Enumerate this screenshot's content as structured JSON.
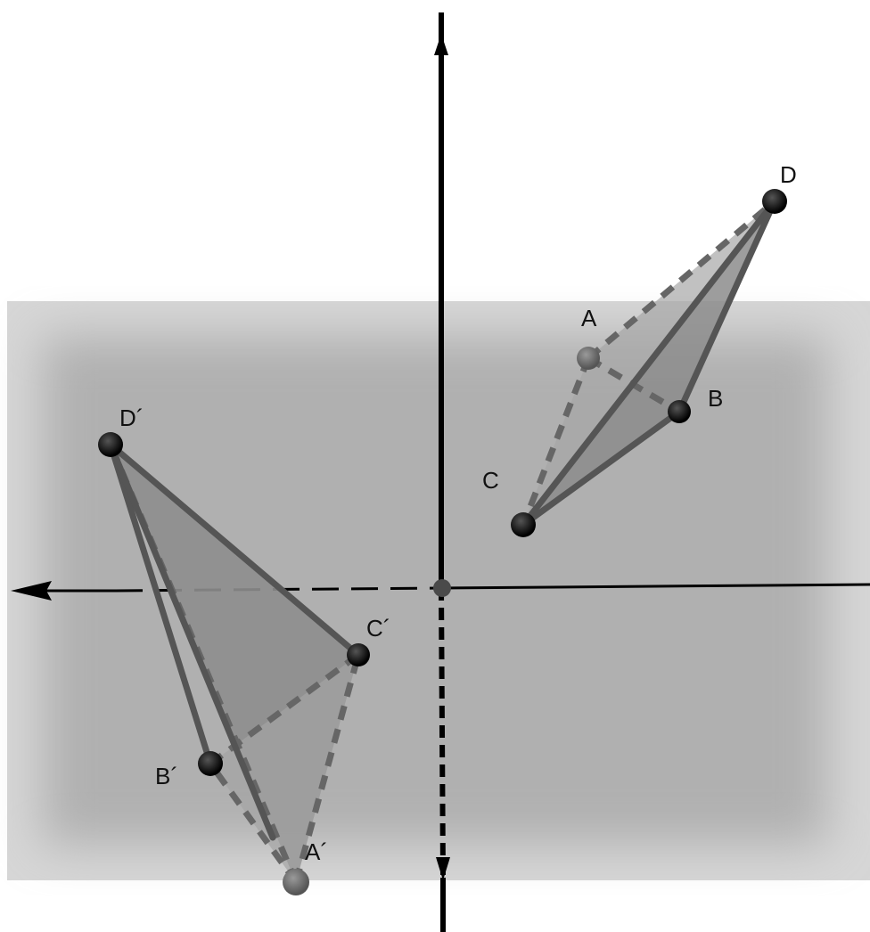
{
  "points": {
    "A": "A",
    "B": "B",
    "C": "C",
    "D": "D",
    "A_prime": "A´",
    "B_prime": "B´",
    "C_prime": "C´",
    "D_prime": "D´"
  },
  "colors": {
    "background": "#ffffff",
    "plane": "#b4b4b4",
    "face": "#8c8c8c",
    "edge": "#555555",
    "axis": "#000000",
    "point": "#000000"
  }
}
